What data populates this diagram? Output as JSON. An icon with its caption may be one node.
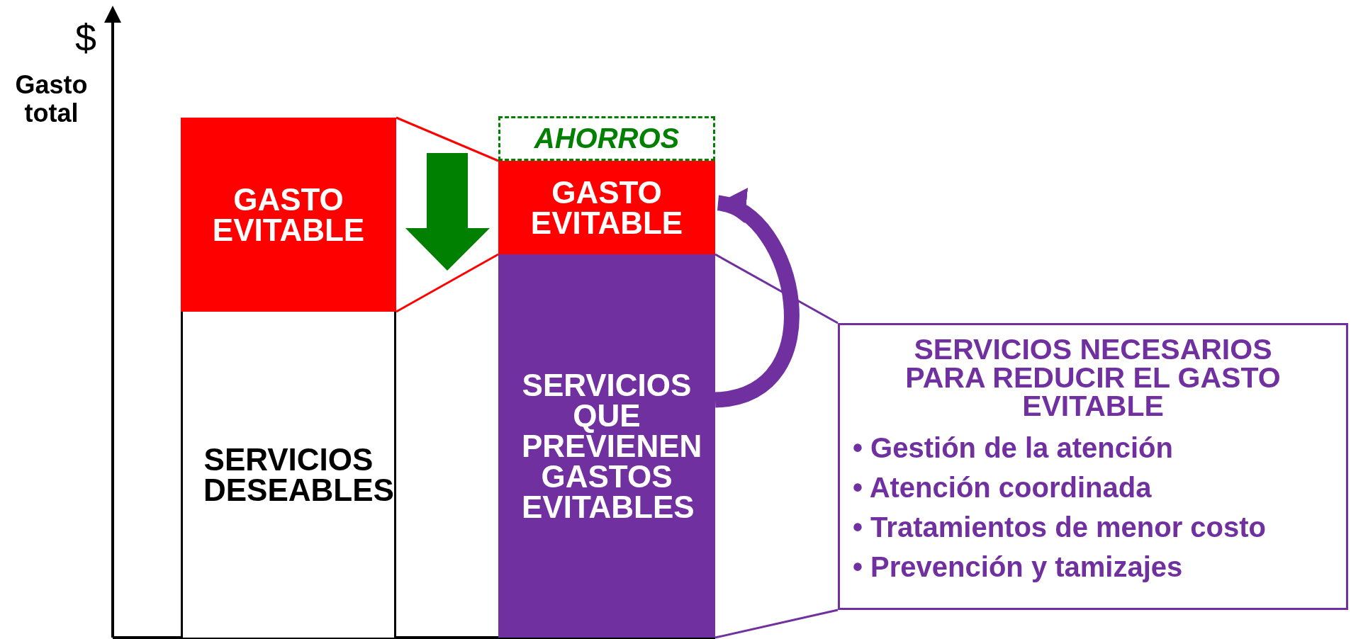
{
  "diagram": {
    "nodes": [
      {
        "text": [
          "GASTO EVITABLE"
        ]
      },
      {
        "text": [
          "SERVICIOS DESEABLES"
        ]
      },
      {
        "text": [
          "AHORROS"
        ]
      },
      {
        "text": [
          "GASTO EVITABLE"
        ]
      },
      {
        "text": [
          "SERVICIOS QUE PREVIENEN GASTOS EVITABLES"
        ]
      },
      {
        "text": [
          "SERVICIOS NECESARIOS PARA REDUCIR EL GASTO EVITABLE",
          "• Gestión de la atención",
          "• Atención coordinada",
          "• Tratamientos de menor costo",
          "• Prevención y tamizajes"
        ]
      }
    ],
    "edges": [
      {
        "from": 0,
        "to": 3,
        "arrow": "none",
        "color": "#ff0000"
      },
      {
        "from": 0,
        "to": 3,
        "arrow": "none",
        "color": "#ff0000"
      },
      {
        "from": 4,
        "to": 5,
        "arrow": "none"
      },
      {
        "from": 4,
        "to": 5,
        "arrow": "none"
      },
      {
        "from": 4,
        "to": 3,
        "arrow": "to",
        "style": "thick"
      },
      {
        "from": 3,
        "to": 0,
        "arrow": "to",
        "color": "#008000"
      }
    ],
    "labels": [
      "$",
      "Gasto total"
    ]
  }
}
